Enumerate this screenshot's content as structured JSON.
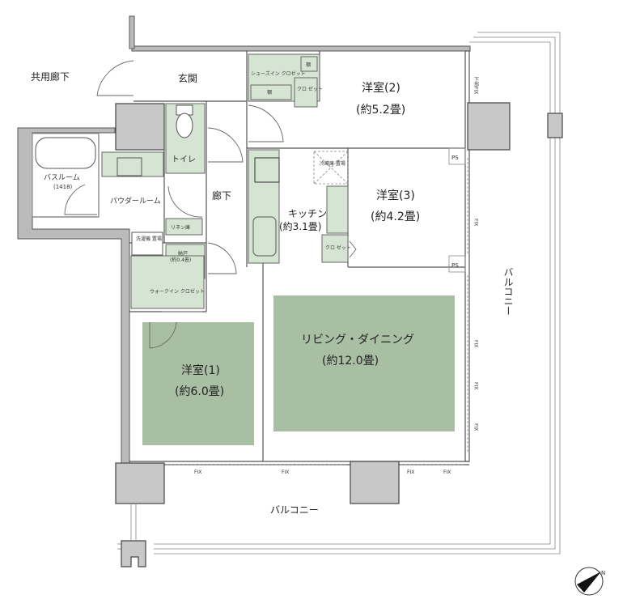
{
  "rooms": {
    "common_corridor": "共用廊下",
    "entrance": "玄関",
    "shoe_closet": "シューズイン\nクロゼット",
    "shoe_shelf": "棚",
    "shelf": "棚",
    "closet_2": "クロ\nゼット",
    "western_2_name": "洋室(2)",
    "western_2_size": "(約5.2畳)",
    "toilet": "トイレ",
    "hallway": "廊下",
    "bathroom": "バスルーム",
    "bathroom_size": "(1418)",
    "powder_room": "パウダールーム",
    "linen": "リネン庫",
    "laundry": "洗濯機\n置場",
    "storage": "納戸",
    "storage_size": "(約0.4畳)",
    "walk_in_closet": "ウォークイン\nクロゼット",
    "kitchen_name": "キッチン",
    "kitchen_size": "(約3.1畳)",
    "fridge": "冷蔵庫\n置場",
    "closet_3": "クロ\nゼット",
    "western_3_name": "洋室(3)",
    "western_3_size": "(約4.2畳)",
    "living_name": "リビング・ダイニング",
    "living_size": "(約12.0畳)",
    "western_1_name": "洋室(1)",
    "western_1_size": "(約6.0畳)",
    "balcony_right": "バルコニー",
    "balcony_bottom": "バルコニー"
  },
  "labels": {
    "ps_1": "PS",
    "ps_2": "PS",
    "lower_fix": "下部FIX",
    "fix_right": [
      "FIX",
      "FIX",
      "FIX",
      "FIX"
    ],
    "fix_bottom": [
      "FIX",
      "FIX",
      "FIX",
      "FIX"
    ],
    "compass_north": "N"
  },
  "colors": {
    "room_fill": "#a8bfa3",
    "fixture_fill": "#d6e5d3",
    "column_fill": "#c8c8c8"
  }
}
